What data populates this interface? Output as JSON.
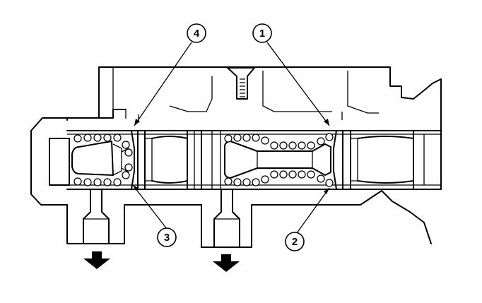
{
  "callouts": [
    {
      "id": "callout-1",
      "label": "1"
    },
    {
      "id": "callout-2",
      "label": "2"
    },
    {
      "id": "callout-3",
      "label": "3"
    },
    {
      "id": "callout-4",
      "label": "4"
    }
  ],
  "icons": {
    "flow_arrow": "down-arrow-icon"
  },
  "colors": {
    "line": "#000000",
    "background": "#ffffff"
  }
}
